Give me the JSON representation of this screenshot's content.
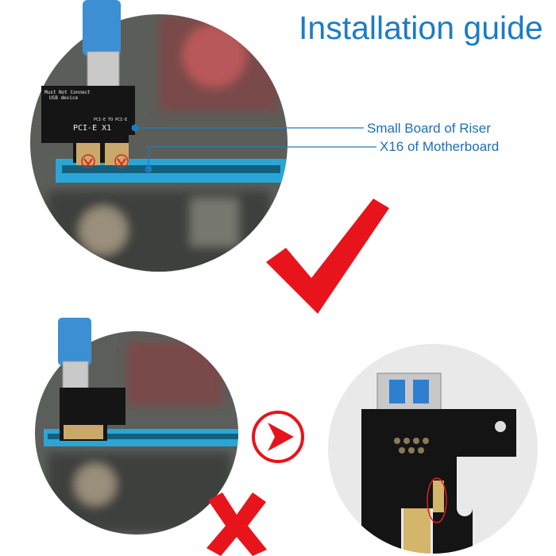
{
  "title": "Installation guide",
  "callouts": [
    {
      "label": "Small Board of Riser"
    },
    {
      "label": "X16 of Motherboard"
    }
  ],
  "board_printing": {
    "warning_line1": "Must Not Connect",
    "warning_line2": "USB device",
    "slot_label": "PCI-E X1",
    "model": "PCI-E TO PCI-E"
  },
  "colors": {
    "accent": "#1b7cc5",
    "correct": "#e8141b",
    "wrong": "#e8141b",
    "slot": "#2aa6d6"
  },
  "indicators": {
    "correct_icon": "checkmark-icon",
    "wrong_icon": "cross-icon",
    "arrow_icon": "circled-arrow-icon"
  }
}
